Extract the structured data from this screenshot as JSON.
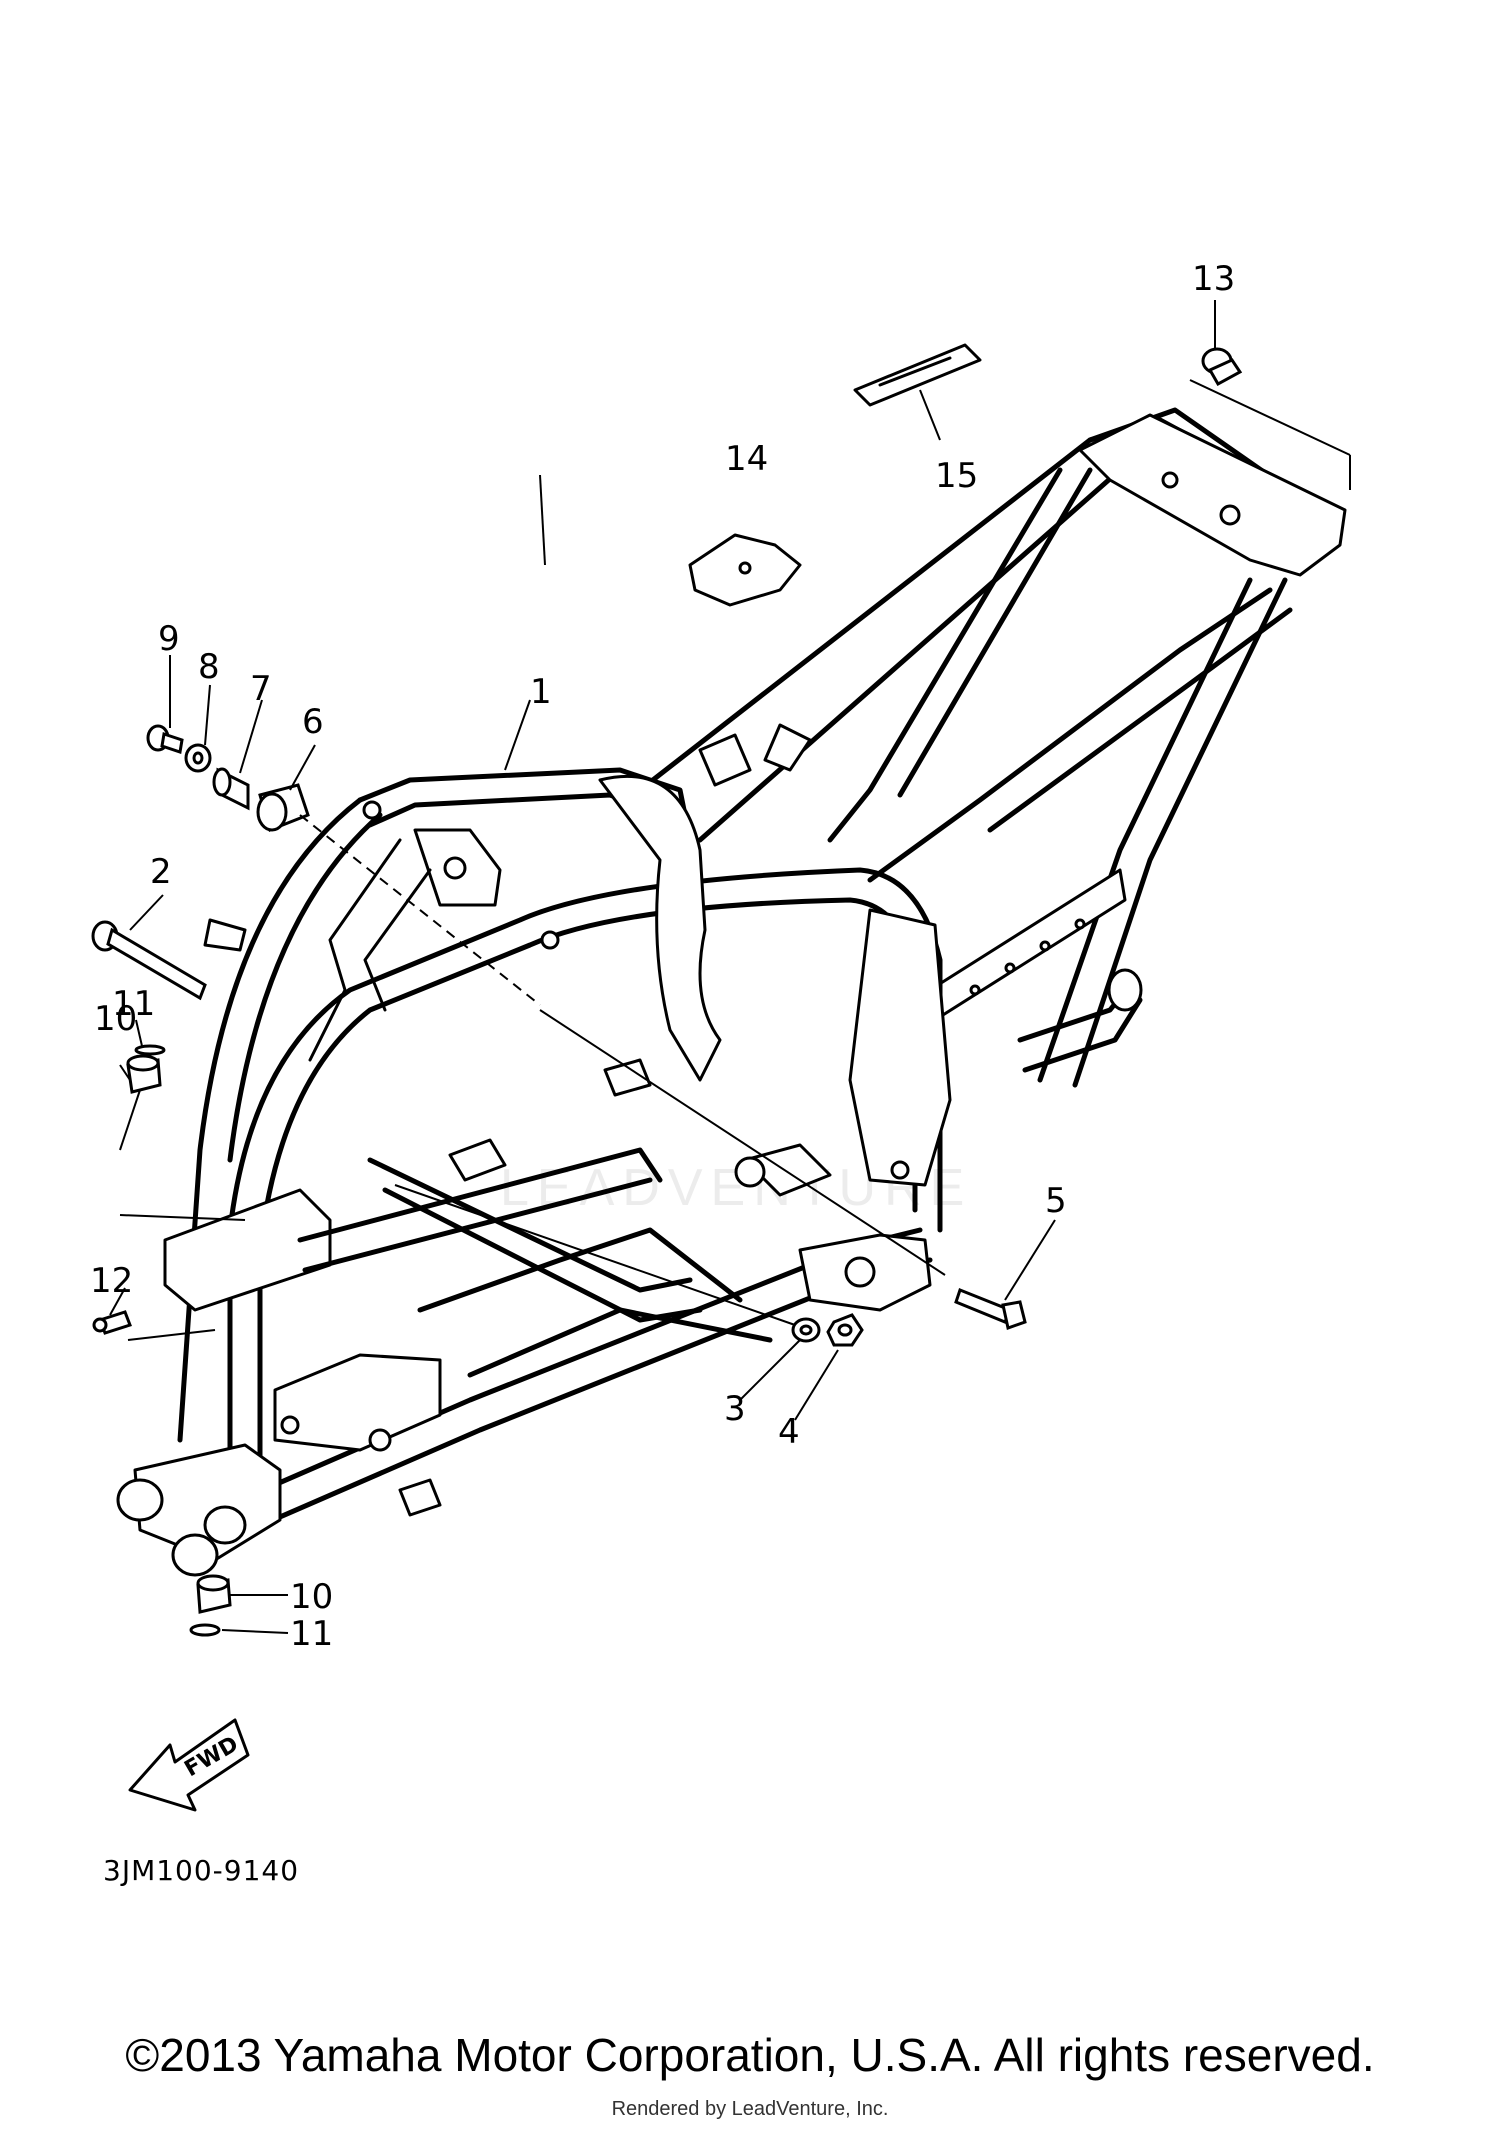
{
  "callouts": {
    "c1": "1",
    "c2": "2",
    "c3": "3",
    "c4": "4",
    "c5": "5",
    "c6": "6",
    "c7": "7",
    "c8": "8",
    "c9": "9",
    "c10a": "10",
    "c10b": "10",
    "c11a": "11",
    "c11b": "11",
    "c12": "12",
    "c13": "13",
    "c14": "14",
    "c15": "15"
  },
  "fwd_label": "FWD",
  "diagram_code": "3JM100-9140",
  "watermark": "LEADVENTURE",
  "copyright": "©2013 Yamaha Motor Corporation, U.S.A. All rights reserved.",
  "rendered_by": "Rendered by LeadVenture, Inc."
}
